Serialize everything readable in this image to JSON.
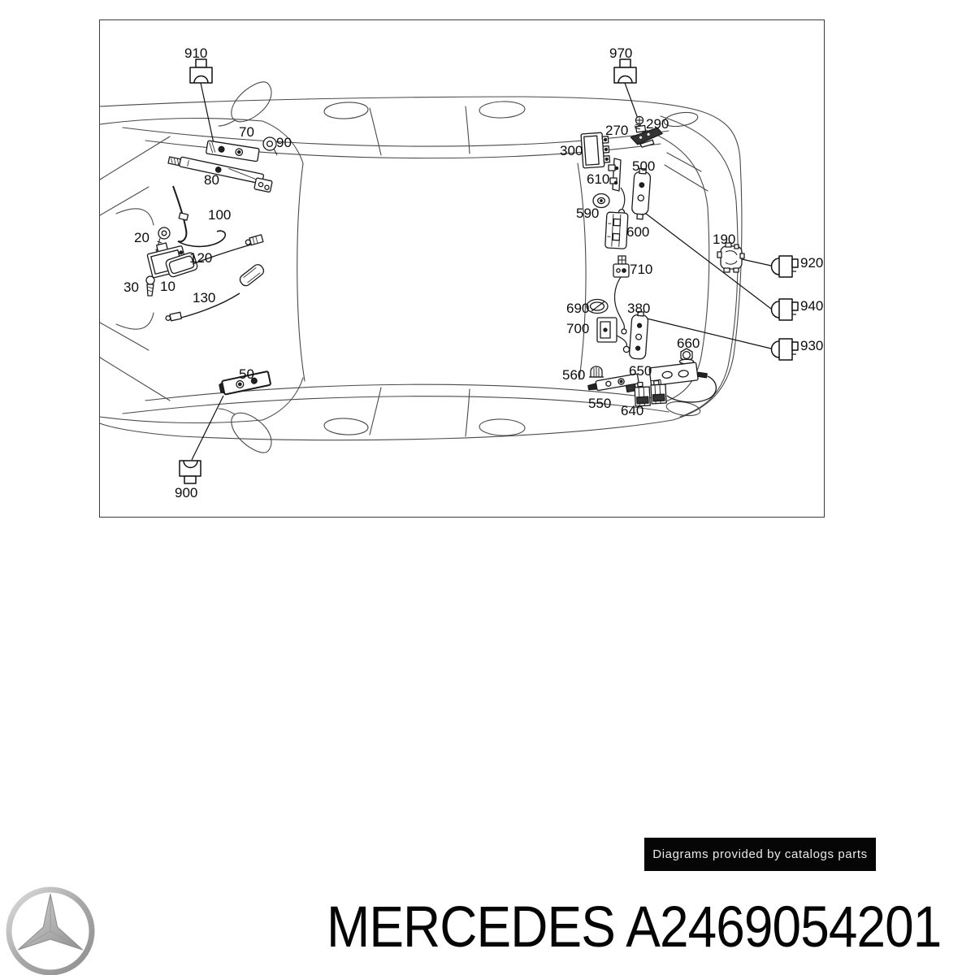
{
  "diagram": {
    "description": "Mercedes roof antenna components exploded parts diagram (car top view)",
    "callouts": {
      "10": "10",
      "20": "20",
      "30": "30",
      "50": "50",
      "70": "70",
      "80": "80",
      "90": "90",
      "100": "100",
      "120": "120",
      "130": "130",
      "190": "190",
      "270": "270",
      "290": "290",
      "300": "300",
      "380": "380",
      "500": "500",
      "550": "550",
      "560": "560",
      "590": "590",
      "600": "600",
      "610": "610",
      "640": "640",
      "650": "650",
      "660": "660",
      "690": "690",
      "700": "700",
      "710": "710",
      "900": "900",
      "910": "910",
      "920": "920",
      "930": "930",
      "940": "940",
      "970": "970"
    }
  },
  "watermark": {
    "label": "Diagrams provided by catalogs parts"
  },
  "footer": {
    "title": "MERCEDES A2469054201"
  },
  "colors": {
    "line_art": "#4a4a4a",
    "part_ink": "#1a1a1a",
    "badge_bg": "#060606",
    "badge_text": "#e9e9e9",
    "logo_gray_light": "#d6d6d6",
    "logo_gray_dark": "#8f8f8f"
  }
}
